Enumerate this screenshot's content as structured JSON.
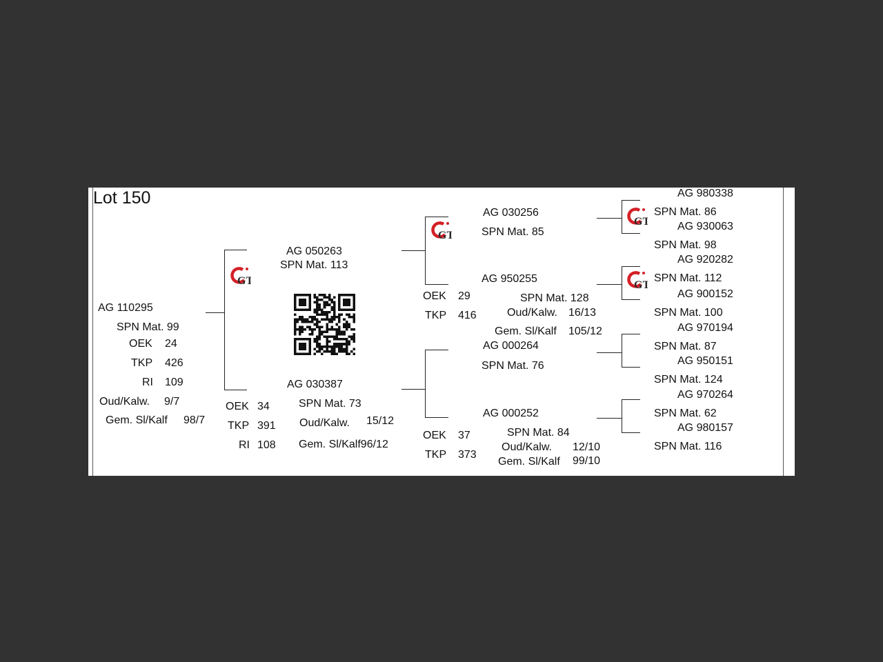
{
  "title": "Lot 150",
  "logo": {
    "icon": "gt-logo-icon",
    "text": "GT",
    "colors": {
      "red": "#d42027",
      "dark": "#2a2a2a"
    }
  },
  "qr": {
    "icon": "qr-code-icon"
  },
  "animal": {
    "ag": "AG 110295",
    "spn": "SPN Mat. 99",
    "oek_label": "OEK",
    "oek": "24",
    "tkp_label": "TKP",
    "tkp": "426",
    "ri_label": "RI",
    "ri": "109",
    "oud_label": "Oud/Kalw.",
    "oud": "9/7",
    "gem_label": "Gem. Sl/Kalf",
    "gem": "98/7"
  },
  "sire": {
    "ag": "AG 050263",
    "spn": "SPN Mat. 113"
  },
  "dam": {
    "ag": "AG 030387",
    "spn": "SPN Mat. 73",
    "oud_label": "Oud/Kalw.",
    "oud": "15/12",
    "gem": "Gem. Sl/Kalf96/12",
    "oek_label": "OEK",
    "oek": "34",
    "tkp_label": "TKP",
    "tkp": "391",
    "ri_label": "RI",
    "ri": "108"
  },
  "ss": {
    "ag": "AG 030256",
    "spn": "SPN Mat. 85"
  },
  "sd": {
    "ag": "AG 950255",
    "spn": "SPN Mat. 128",
    "oud": "Oud/Kalw.",
    "oud_val": "16/13",
    "gem": "Gem. Sl/Kalf",
    "gem_val": "105/12",
    "oek_label": "OEK",
    "oek": "29",
    "tkp_label": "TKP",
    "tkp": "416"
  },
  "ds": {
    "ag": "AG 000264",
    "spn": "SPN Mat. 76"
  },
  "dd": {
    "ag": "AG 000252",
    "spn": "SPN Mat. 84",
    "oud": "Oud/Kalw.",
    "oud_val": "12/10",
    "gem": "Gem. Sl/Kalf",
    "gem_val": "99/10",
    "oek_label": "OEK",
    "oek": "37",
    "tkp_label": "TKP",
    "tkp": "373"
  },
  "gen3": [
    {
      "ag": "AG 980338",
      "spn": "SPN Mat. 86"
    },
    {
      "ag": "AG 930063",
      "spn": "SPN Mat. 98"
    },
    {
      "ag": "AG 920282",
      "spn": "SPN Mat. 112"
    },
    {
      "ag": "AG 900152",
      "spn": "SPN Mat. 100"
    },
    {
      "ag": "AG 970194",
      "spn": "SPN Mat. 87"
    },
    {
      "ag": "AG 950151",
      "spn": "SPN Mat. 124"
    },
    {
      "ag": "AG 970264",
      "spn": "SPN Mat. 62"
    },
    {
      "ag": "AG 980157",
      "spn": "SPN Mat. 116"
    }
  ]
}
